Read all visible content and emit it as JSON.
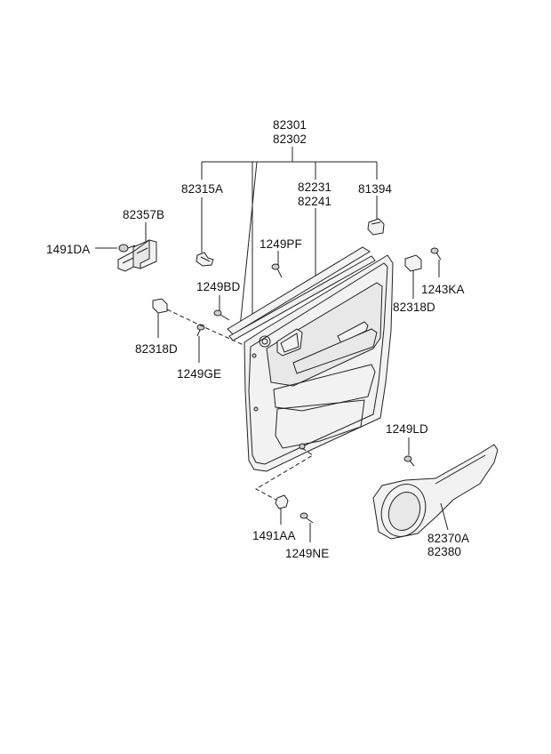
{
  "labels": {
    "p82301": "82301",
    "p82302": "82302",
    "p82315A": "82315A",
    "p82231": "82231",
    "p82241": "82241",
    "p81394": "81394",
    "p82357B": "82357B",
    "p1491DA": "1491DA",
    "p1249PF": "1249PF",
    "p1249BD": "1249BD",
    "p1243KA": "1243KA",
    "p82318D_right": "82318D",
    "p82318D_left": "82318D",
    "p1249GE": "1249GE",
    "p1249LD": "1249LD",
    "p1491AA": "1491AA",
    "p1249NE": "1249NE",
    "p82370A": "82370A",
    "p82380": "82380"
  }
}
